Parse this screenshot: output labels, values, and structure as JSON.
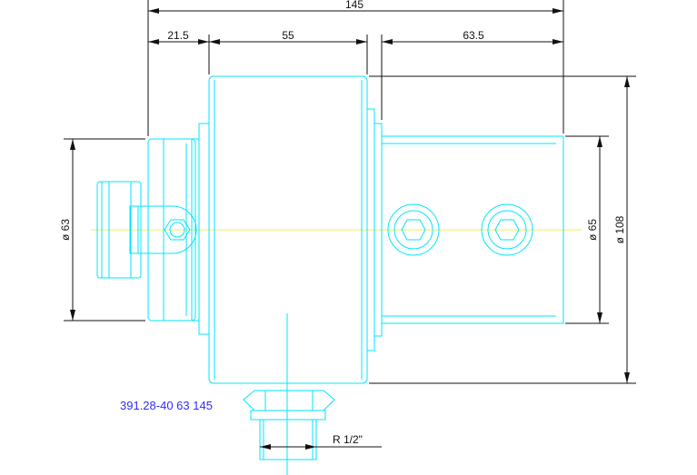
{
  "drawing": {
    "dim_overall": "145",
    "dim_left": "21.5",
    "dim_mid": "55",
    "dim_right": "63.5",
    "dia_left": "ø 63",
    "dia_right": "ø 65",
    "dia_outer": "ø 108",
    "part_number": "391.28-40 63 145",
    "thread": "R 1/2\""
  },
  "colors": {
    "part_line": "#00e5ff",
    "dimension_line": "#111111",
    "center_axis": "#f4f040",
    "part_number_text": "#2d2dff"
  }
}
